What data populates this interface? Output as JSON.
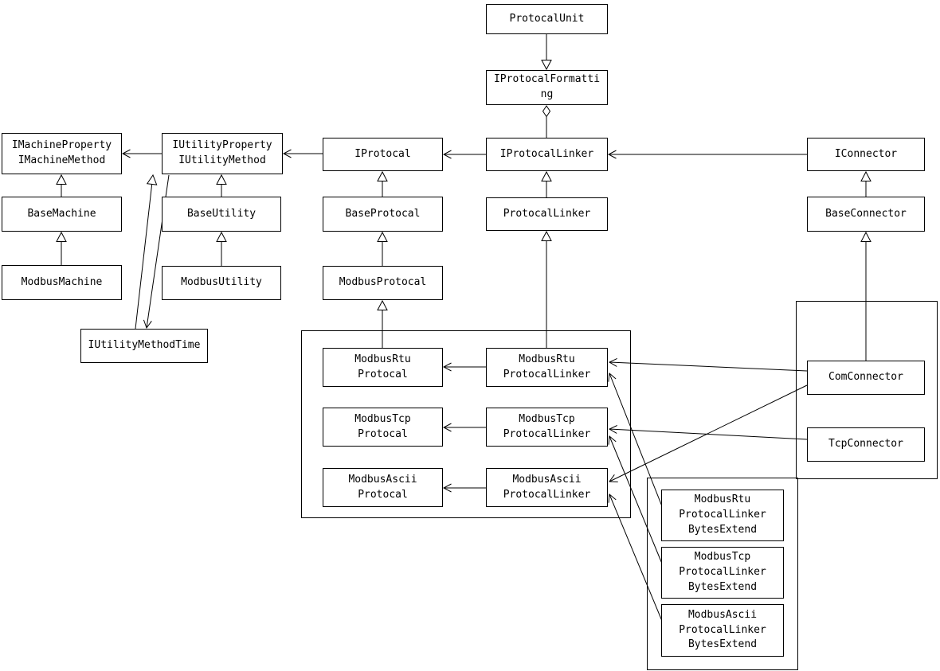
{
  "diagram": {
    "nodes": [
      {
        "id": "protocal-unit",
        "label": "ProtocalUnit"
      },
      {
        "id": "iprotocal-formatting",
        "label": "IProtocalFormatti\nng"
      },
      {
        "id": "iprotocal-linker",
        "label": "IProtocalLinker"
      },
      {
        "id": "iprotocal",
        "label": "IProtocal"
      },
      {
        "id": "iutility",
        "label": "IUtilityProperty\nIUtilityMethod"
      },
      {
        "id": "imachine",
        "label": "IMachineProperty\nIMachineMethod"
      },
      {
        "id": "base-machine",
        "label": "BaseMachine"
      },
      {
        "id": "modbus-machine",
        "label": "ModbusMachine"
      },
      {
        "id": "base-utility",
        "label": "BaseUtility"
      },
      {
        "id": "modbus-utility",
        "label": "ModbusUtility"
      },
      {
        "id": "iutility-method-time",
        "label": "IUtilityMethodTime"
      },
      {
        "id": "base-protocal",
        "label": "BaseProtocal"
      },
      {
        "id": "modbus-protocal",
        "label": "ModbusProtocal"
      },
      {
        "id": "protocal-linker",
        "label": "ProtocalLinker"
      },
      {
        "id": "iconnector",
        "label": "IConnector"
      },
      {
        "id": "base-connector",
        "label": "BaseConnector"
      },
      {
        "id": "modbus-rtu-protocal",
        "label": "ModbusRtu\nProtocal"
      },
      {
        "id": "modbus-rtu-protocal-linker",
        "label": "ModbusRtu\nProtocalLinker"
      },
      {
        "id": "modbus-tcp-protocal",
        "label": "ModbusTcp\nProtocal"
      },
      {
        "id": "modbus-tcp-protocal-linker",
        "label": "ModbusTcp\nProtocalLinker"
      },
      {
        "id": "modbus-ascii-protocal",
        "label": "ModbusAscii\nProtocal"
      },
      {
        "id": "modbus-ascii-protocal-linker",
        "label": "ModbusAscii\nProtocalLinker"
      },
      {
        "id": "com-connector",
        "label": "ComConnector"
      },
      {
        "id": "tcp-connector",
        "label": "TcpConnector"
      },
      {
        "id": "modbus-rtu-pl-bytes-extend",
        "label": "ModbusRtu\nProtocalLinker\nBytesExtend"
      },
      {
        "id": "modbus-tcp-pl-bytes-extend",
        "label": "ModbusTcp\nProtocalLinker\nBytesExtend"
      },
      {
        "id": "modbus-ascii-pl-bytes-extend",
        "label": "ModbusAscii\nProtocalLinker\nBytesExtend"
      }
    ],
    "edges": [
      {
        "from": "protocal-unit",
        "to": "iprotocal-formatting",
        "type": "realization"
      },
      {
        "from": "iprotocal-linker",
        "to": "iprotocal-formatting",
        "type": "aggregation"
      },
      {
        "from": "iprotocal-linker",
        "to": "iprotocal",
        "type": "association"
      },
      {
        "from": "iprotocal",
        "to": "iutility",
        "type": "association"
      },
      {
        "from": "iutility",
        "to": "imachine",
        "type": "association"
      },
      {
        "from": "iconnector",
        "to": "iprotocal-linker",
        "type": "association"
      },
      {
        "from": "base-machine",
        "to": "imachine",
        "type": "generalization"
      },
      {
        "from": "modbus-machine",
        "to": "base-machine",
        "type": "generalization"
      },
      {
        "from": "base-utility",
        "to": "iutility",
        "type": "generalization"
      },
      {
        "from": "modbus-utility",
        "to": "base-utility",
        "type": "generalization"
      },
      {
        "from": "base-protocal",
        "to": "iprotocal",
        "type": "generalization"
      },
      {
        "from": "modbus-protocal",
        "to": "base-protocal",
        "type": "generalization"
      },
      {
        "from": "protocal-linker",
        "to": "iprotocal-linker",
        "type": "generalization"
      },
      {
        "from": "base-connector",
        "to": "iconnector",
        "type": "generalization"
      },
      {
        "from": "iutility-method-time",
        "to": "iutility",
        "type": "generalization"
      },
      {
        "from": "iutility",
        "to": "iutility-method-time",
        "type": "association"
      },
      {
        "from": "modbus-rtu-protocal",
        "to": "modbus-protocal",
        "type": "generalization"
      },
      {
        "from": "modbus-rtu-protocal-linker",
        "to": "protocal-linker",
        "type": "generalization"
      },
      {
        "from": "com-connector",
        "to": "base-connector",
        "type": "generalization"
      },
      {
        "from": "modbus-rtu-protocal-linker",
        "to": "modbus-rtu-protocal",
        "type": "association"
      },
      {
        "from": "modbus-tcp-protocal-linker",
        "to": "modbus-tcp-protocal",
        "type": "association"
      },
      {
        "from": "modbus-ascii-protocal-linker",
        "to": "modbus-ascii-protocal",
        "type": "association"
      },
      {
        "from": "com-connector",
        "to": "modbus-rtu-protocal-linker",
        "type": "association"
      },
      {
        "from": "com-connector",
        "to": "modbus-ascii-protocal-linker",
        "type": "association"
      },
      {
        "from": "tcp-connector",
        "to": "modbus-tcp-protocal-linker",
        "type": "association"
      },
      {
        "from": "modbus-rtu-pl-bytes-extend",
        "to": "modbus-rtu-protocal-linker",
        "type": "association"
      },
      {
        "from": "modbus-tcp-pl-bytes-extend",
        "to": "modbus-tcp-protocal-linker",
        "type": "association"
      },
      {
        "from": "modbus-ascii-pl-bytes-extend",
        "to": "modbus-ascii-protocal-linker",
        "type": "association"
      }
    ]
  }
}
